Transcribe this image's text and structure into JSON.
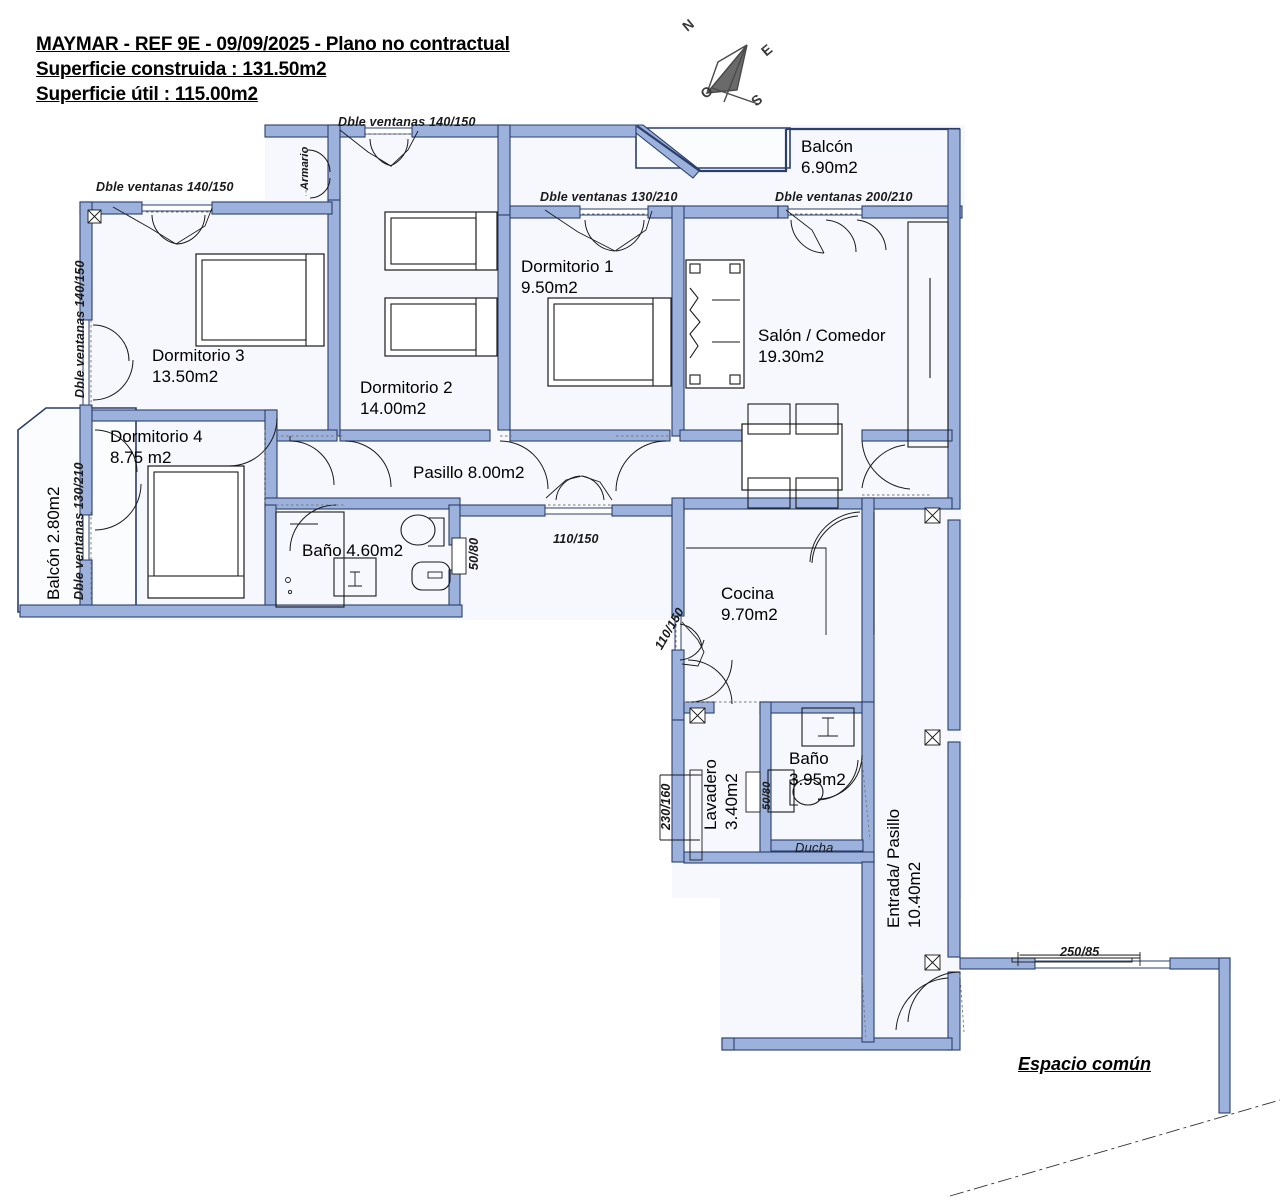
{
  "document": {
    "title_lines": [
      "MAYMAR - REF 9E - 09/09/2025 - Plano no contractual",
      "Superficie construida : 131.50m2",
      "Superficie útil : 115.00m2"
    ],
    "reference": "REF 9E",
    "date": "09/09/2025",
    "built_area": "131.50m2",
    "usable_area": "115.00m2"
  },
  "compass": {
    "north": "N",
    "east": "E",
    "south": "S",
    "west": "O"
  },
  "colors": {
    "wall_fill": "#9cb2dd",
    "wall_stroke": "#2a3f6b",
    "room_fill": "#f7f8fd",
    "furniture_stroke": "#1a1a1a",
    "text": "#000000"
  },
  "rooms": [
    {
      "id": "dormitorio-3",
      "name": "Dormitorio 3",
      "area": "13.50m2"
    },
    {
      "id": "dormitorio-2",
      "name": "Dormitorio 2",
      "area": "14.00m2"
    },
    {
      "id": "dormitorio-1",
      "name": "Dormitorio 1",
      "area": "9.50m2"
    },
    {
      "id": "dormitorio-4",
      "name": "Dormitorio 4",
      "area": "8.75 m2"
    },
    {
      "id": "salon-comedor",
      "name": "Salón / Comedor",
      "area": "19.30m2"
    },
    {
      "id": "balcon-grande",
      "name": "Balcón",
      "area": "6.90m2"
    },
    {
      "id": "pasillo",
      "name": "Pasillo",
      "area": "8.00m2"
    },
    {
      "id": "bano-principal",
      "name": "Baño",
      "area": "4.60m2"
    },
    {
      "id": "cocina",
      "name": "Cocina",
      "area": "9.70m2"
    },
    {
      "id": "lavadero",
      "name": "Lavadero",
      "area": "3.40m2"
    },
    {
      "id": "bano-secundario",
      "name": "Baño",
      "area": "3.95m2"
    },
    {
      "id": "entrada-pasillo",
      "name": "Entrada/ Pasillo",
      "area": "10.40m2"
    },
    {
      "id": "balcon-pequeno",
      "name": "Balcón",
      "area": "2.80m2"
    }
  ],
  "labels": {
    "dormitorio3_name": "Dormitorio 3",
    "dormitorio3_area": "13.50m2",
    "dormitorio2_name": "Dormitorio 2",
    "dormitorio2_area": "14.00m2",
    "dormitorio1_name": "Dormitorio 1",
    "dormitorio1_area": "9.50m2",
    "dormitorio4_name": "Dormitorio 4",
    "dormitorio4_area": "8.75 m2",
    "salon_name": "Salón / Comedor",
    "salon_area": "19.30m2",
    "balcon_grande_name": "Balcón",
    "balcon_grande_area": "6.90m2",
    "pasillo": "Pasillo 8.00m2",
    "bano_principal": "Baño 4.60m2",
    "cocina_name": "Cocina",
    "cocina_area": "9.70m2",
    "lavadero_name": "Lavadero",
    "lavadero_area": "3.40m2",
    "bano_sec_name": "Baño",
    "bano_sec_area": "3.95m2",
    "ducha": "Ducha",
    "entrada_pasillo": "Entrada/ Pasillo",
    "entrada_pasillo_area": "10.40m2",
    "balcon_pequeno": "Balcón 2.80m2",
    "armario": "Armario",
    "espacio_comun": "Espacio común"
  },
  "openings": [
    {
      "id": "win-top-left",
      "text": "Dble ventanas 140/150",
      "orientation": "horizontal"
    },
    {
      "id": "win-top-center",
      "text": "Dble ventanas 140/150",
      "orientation": "horizontal"
    },
    {
      "id": "win-dorm1",
      "text": "Dble ventanas 130/210",
      "orientation": "horizontal"
    },
    {
      "id": "win-salon-balcony",
      "text": "Dble ventanas 200/210",
      "orientation": "horizontal"
    },
    {
      "id": "win-left-upper",
      "text": "Dble ventanas 140/150",
      "orientation": "vertical"
    },
    {
      "id": "win-left-lower",
      "text": "Dble ventanas 130/210",
      "orientation": "vertical"
    },
    {
      "id": "win-pasillo",
      "text": "110/150",
      "orientation": "horizontal"
    },
    {
      "id": "win-cocina",
      "text": "110/150",
      "orientation": "vertical"
    },
    {
      "id": "door-bano-1",
      "text": "50/80",
      "orientation": "vertical"
    },
    {
      "id": "door-bano-2",
      "text": "50/80",
      "orientation": "vertical"
    },
    {
      "id": "win-lavadero",
      "text": "230/160",
      "orientation": "vertical"
    },
    {
      "id": "win-espacio-comun",
      "text": "250/85",
      "orientation": "horizontal"
    }
  ],
  "dims": {
    "dble_140_150_a": "Dble ventanas 140/150",
    "dble_140_150_b": "Dble ventanas 140/150",
    "dble_130_210_top": "Dble ventanas 130/210",
    "dble_200_210": "Dble ventanas 200/210",
    "dble_140_150_left": "Dble ventanas 140/150",
    "dble_130_210_left": "Dble ventanas 130/210",
    "d110_150_pasillo": "110/150",
    "d110_150_cocina": "110/150",
    "d50_80_bano": "50/80",
    "d50_80_bano2": "50/80",
    "d230_160": "230/160",
    "d250_85": "250/85"
  }
}
